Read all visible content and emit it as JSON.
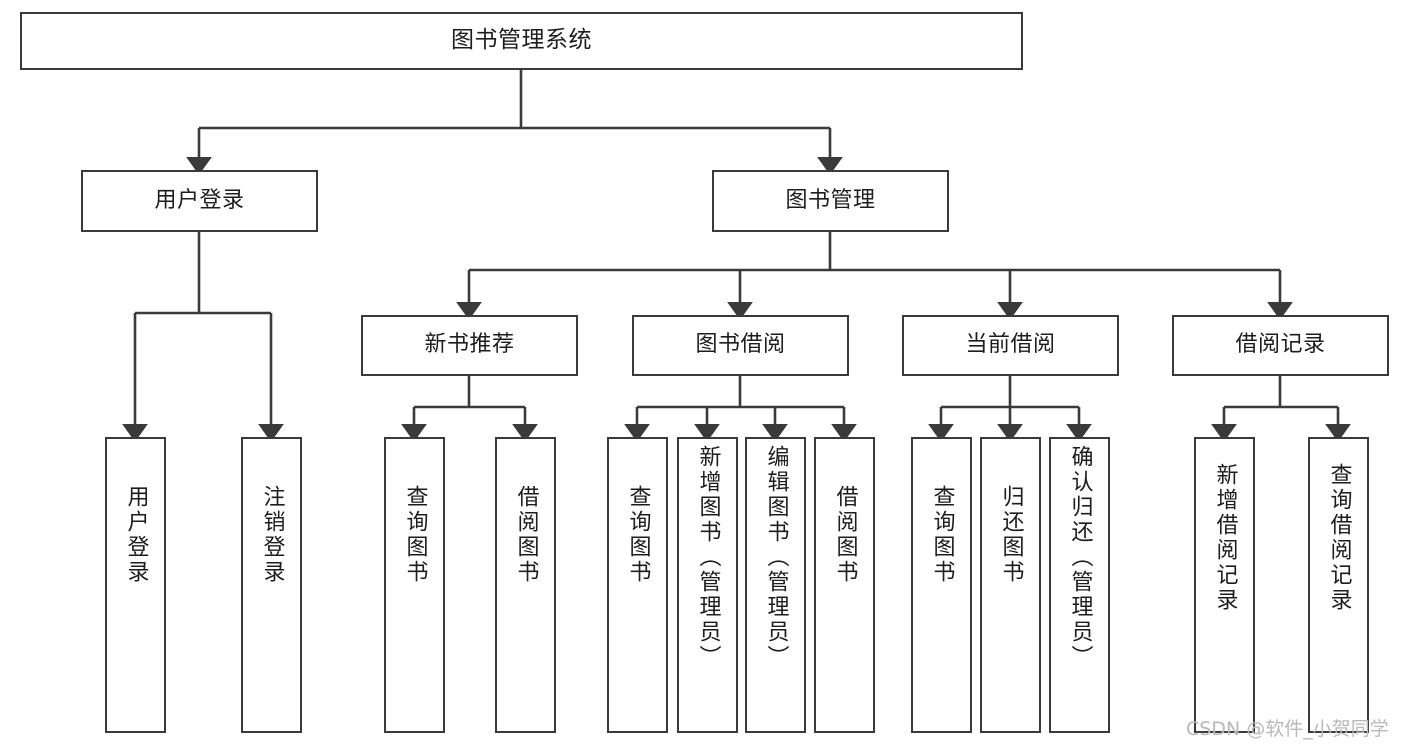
{
  "diagram": {
    "title": "图书管理系统",
    "type": "tree-hierarchy",
    "watermark": "CSDN @软件_小贺同学",
    "colors": {
      "stroke": "#3a3a3a",
      "fill": "#ffffff",
      "text": "#1d1d1d",
      "watermark": "#b9b9b9"
    },
    "nodes": {
      "root": {
        "label": "图书管理系统"
      },
      "level2": [
        {
          "id": "user-login",
          "label": "用户登录"
        },
        {
          "id": "book-management",
          "label": "图书管理"
        }
      ],
      "level3": [
        {
          "id": "new-book-recommend",
          "label": "新书推荐"
        },
        {
          "id": "book-borrow",
          "label": "图书借阅"
        },
        {
          "id": "current-borrow",
          "label": "当前借阅"
        },
        {
          "id": "borrow-record",
          "label": "借阅记录"
        }
      ],
      "leaves": {
        "user-login": [
          {
            "id": "leaf-user-login",
            "label": "用户登录"
          },
          {
            "id": "leaf-logout",
            "label": "注销登录"
          }
        ],
        "new-book-recommend": [
          {
            "id": "leaf-query-book-1",
            "label": "查询图书"
          },
          {
            "id": "leaf-borrow-book-1",
            "label": "借阅图书"
          }
        ],
        "book-borrow": [
          {
            "id": "leaf-query-book-2",
            "label": "查询图书"
          },
          {
            "id": "leaf-add-book",
            "label": "新增图书（管理员）"
          },
          {
            "id": "leaf-edit-book",
            "label": "编辑图书（管理员）"
          },
          {
            "id": "leaf-borrow-book-2",
            "label": "借阅图书"
          }
        ],
        "current-borrow": [
          {
            "id": "leaf-query-book-3",
            "label": "查询图书"
          },
          {
            "id": "leaf-return-book",
            "label": "归还图书"
          },
          {
            "id": "leaf-confirm-return",
            "label": "确认归还（管理员）"
          }
        ],
        "borrow-record": [
          {
            "id": "leaf-add-record",
            "label": "新增借阅记录"
          },
          {
            "id": "leaf-query-record",
            "label": "查询借阅记录"
          }
        ]
      }
    }
  }
}
